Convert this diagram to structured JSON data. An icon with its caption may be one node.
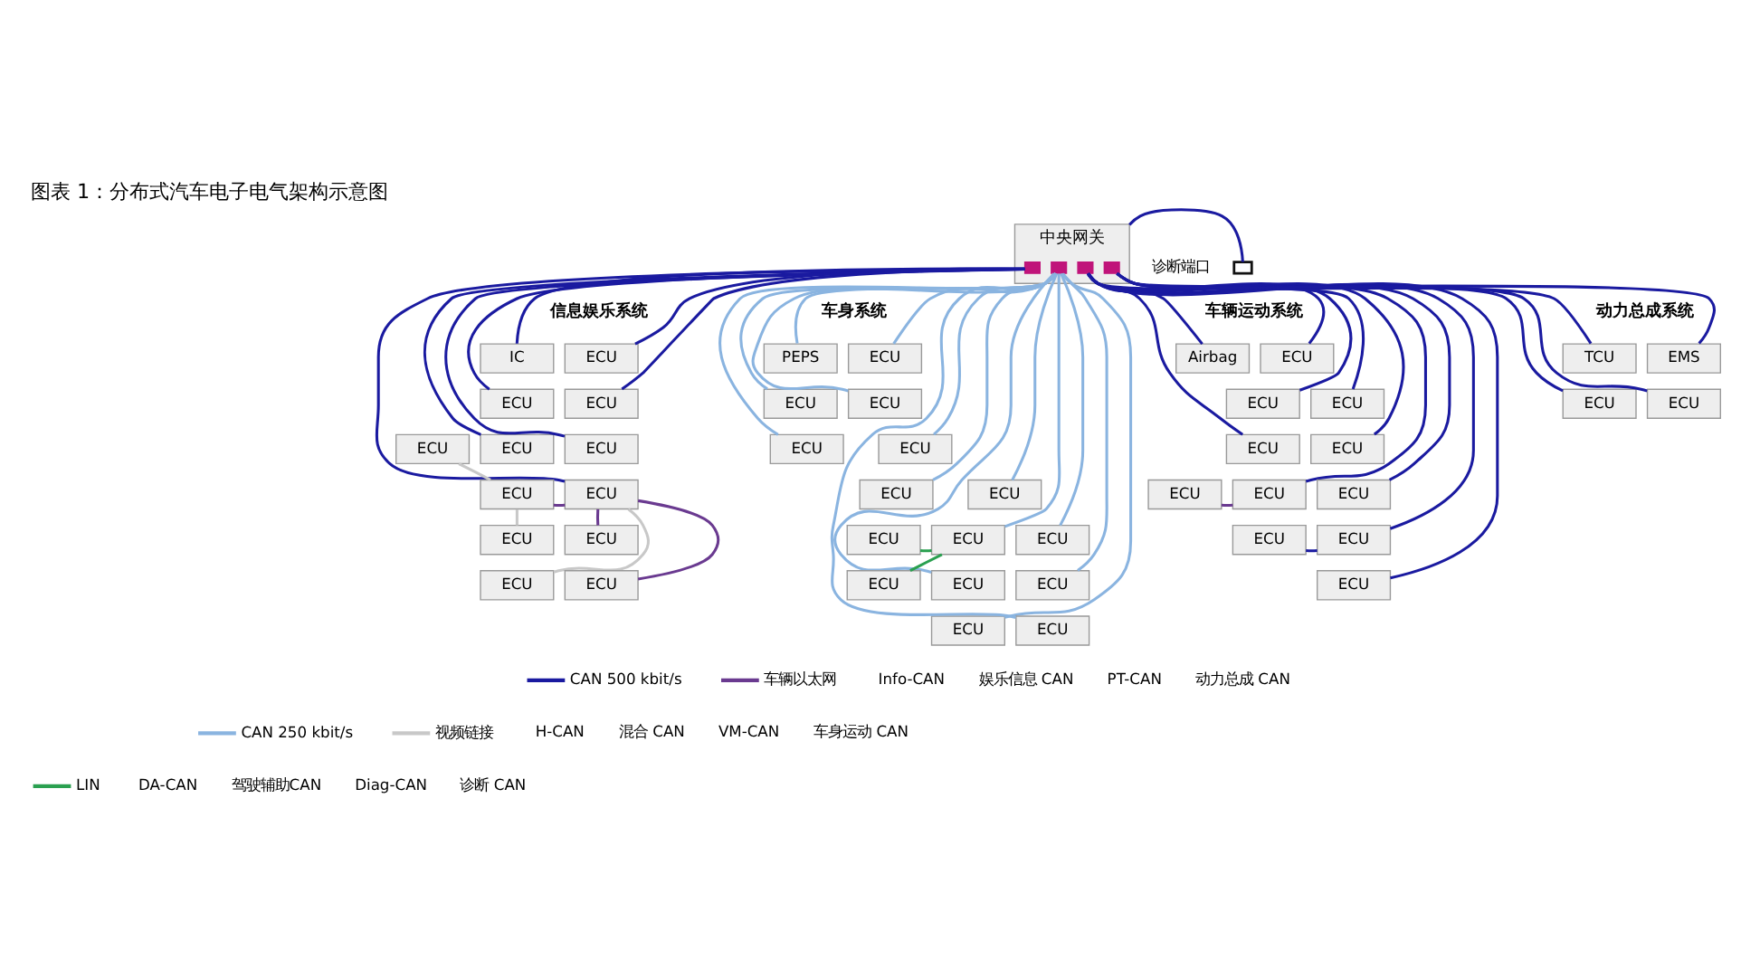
{
  "diagram": {
    "title": "图表 1：分布式汽车电子电气架构示意图",
    "nodes": [
      {
        "text": [
          "中央网关"
        ]
      },
      {
        "text": [],
        "shape": "box",
        "in": 0
      },
      {
        "text": [],
        "shape": "box",
        "in": 0
      },
      {
        "text": [],
        "shape": "box",
        "in": 0
      },
      {
        "text": [],
        "shape": "box",
        "in": 0
      },
      {
        "text": [],
        "shape": "box",
        "beside": [
          "诊断端口"
        ]
      },
      {
        "text": [
          "IC"
        ]
      },
      {
        "text": [
          "ECU"
        ]
      },
      {
        "text": [
          "ECU"
        ]
      },
      {
        "text": [
          "ECU"
        ]
      },
      {
        "text": [
          "ECU"
        ]
      },
      {
        "text": [
          "ECU"
        ]
      },
      {
        "text": [
          "ECU"
        ]
      },
      {
        "text": [
          "ECU"
        ]
      },
      {
        "text": [
          "ECU"
        ]
      },
      {
        "text": [
          "ECU"
        ]
      },
      {
        "text": [
          "ECU"
        ]
      },
      {
        "text": [
          "ECU"
        ]
      },
      {
        "text": [
          "ECU"
        ]
      },
      {
        "text": [
          "PEPS"
        ]
      },
      {
        "text": [
          "ECU"
        ]
      },
      {
        "text": [
          "ECU"
        ]
      },
      {
        "text": [
          "ECU"
        ]
      },
      {
        "text": [
          "ECU"
        ]
      },
      {
        "text": [
          "ECU"
        ]
      },
      {
        "text": [
          "ECU"
        ]
      },
      {
        "text": [
          "ECU"
        ]
      },
      {
        "text": [
          "ECU"
        ]
      },
      {
        "text": [
          "ECU"
        ]
      },
      {
        "text": [
          "ECU"
        ]
      },
      {
        "text": [
          "ECU"
        ]
      },
      {
        "text": [
          "ECU"
        ]
      },
      {
        "text": [
          "ECU"
        ]
      },
      {
        "text": [
          "ECU"
        ]
      },
      {
        "text": [
          "ECU"
        ]
      },
      {
        "text": [
          "Airbag"
        ]
      },
      {
        "text": [
          "ECU"
        ]
      },
      {
        "text": [
          "ECU"
        ]
      },
      {
        "text": [
          "ECU"
        ]
      },
      {
        "text": [
          "ECU"
        ]
      },
      {
        "text": [
          "ECU"
        ]
      },
      {
        "text": [
          "ECU"
        ]
      },
      {
        "text": [
          "ECU"
        ]
      },
      {
        "text": [
          "ECU"
        ]
      },
      {
        "text": [
          "ECU"
        ]
      },
      {
        "text": [
          "ECU"
        ]
      },
      {
        "text": [
          "ECU"
        ]
      },
      {
        "text": [
          "TCU"
        ]
      },
      {
        "text": [
          "EMS"
        ]
      },
      {
        "text": [
          "ECU"
        ]
      },
      {
        "text": [
          "ECU"
        ]
      }
    ],
    "edges": [
      {
        "from": 5,
        "to": 0,
        "arrow": "none"
      },
      {
        "from": 1,
        "to": 6,
        "arrow": "none"
      },
      {
        "from": 1,
        "to": 7,
        "arrow": "none"
      },
      {
        "from": 1,
        "to": 8,
        "arrow": "none"
      },
      {
        "from": 1,
        "to": 9,
        "arrow": "none"
      },
      {
        "from": 1,
        "to": 10,
        "arrow": "none"
      },
      {
        "from": 1,
        "to": 11,
        "arrow": "none"
      },
      {
        "from": 1,
        "to": 14,
        "arrow": "none"
      },
      {
        "from": 13,
        "to": 12,
        "arrow": "none",
        "color": "#c8c8c8"
      },
      {
        "from": 14,
        "to": 13,
        "arrow": "none",
        "color": "#6a3a90"
      },
      {
        "from": 13,
        "to": 15,
        "arrow": "none",
        "color": "#c8c8c8"
      },
      {
        "from": 14,
        "to": 16,
        "arrow": "none",
        "color": "#6a3a90"
      },
      {
        "from": 14,
        "to": 17,
        "arrow": "none",
        "color": "#c8c8c8"
      },
      {
        "from": 14,
        "to": 18,
        "arrow": "none",
        "color": "#6a3a90"
      },
      {
        "from": 2,
        "to": 19,
        "arrow": "none",
        "color": "#8ab4e0"
      },
      {
        "from": 2,
        "to": 20,
        "arrow": "none",
        "color": "#8ab4e0"
      },
      {
        "from": 2,
        "to": 21,
        "arrow": "none",
        "color": "#8ab4e0"
      },
      {
        "from": 2,
        "to": 22,
        "arrow": "none",
        "color": "#8ab4e0"
      },
      {
        "from": 2,
        "to": 23,
        "arrow": "none",
        "color": "#8ab4e0"
      },
      {
        "from": 2,
        "to": 24,
        "arrow": "none",
        "color": "#8ab4e0"
      },
      {
        "from": 2,
        "to": 25,
        "arrow": "none",
        "color": "#8ab4e0"
      },
      {
        "from": 2,
        "to": 26,
        "arrow": "none",
        "color": "#8ab4e0"
      },
      {
        "from": 2,
        "to": 28,
        "arrow": "none",
        "color": "#8ab4e0"
      },
      {
        "from": 2,
        "to": 29,
        "arrow": "none",
        "color": "#8ab4e0"
      },
      {
        "from": 2,
        "to": 31,
        "arrow": "none",
        "color": "#8ab4e0"
      },
      {
        "from": 2,
        "to": 32,
        "arrow": "none",
        "color": "#8ab4e0"
      },
      {
        "from": 2,
        "to": 33,
        "arrow": "none",
        "color": "#8ab4e0"
      },
      {
        "from": 2,
        "to": 34,
        "arrow": "none",
        "color": "#8ab4e0"
      },
      {
        "from": 28,
        "to": 27,
        "arrow": "none",
        "color": "#2aa050"
      },
      {
        "from": 28,
        "to": 30,
        "arrow": "none",
        "color": "#2aa050"
      },
      {
        "from": 3,
        "to": 35,
        "arrow": "none"
      },
      {
        "from": 3,
        "to": 36,
        "arrow": "none"
      },
      {
        "from": 3,
        "to": 37,
        "arrow": "none"
      },
      {
        "from": 3,
        "to": 38,
        "arrow": "none"
      },
      {
        "from": 3,
        "to": 39,
        "arrow": "none"
      },
      {
        "from": 3,
        "to": 40,
        "arrow": "none"
      },
      {
        "from": 3,
        "to": 42,
        "arrow": "none"
      },
      {
        "from": 3,
        "to": 43,
        "arrow": "none"
      },
      {
        "from": 3,
        "to": 45,
        "arrow": "none"
      },
      {
        "from": 3,
        "to": 46,
        "arrow": "none"
      },
      {
        "from": 42,
        "to": 41,
        "arrow": "none",
        "color": "#6a3a90"
      },
      {
        "from": 45,
        "to": 44,
        "arrow": "none"
      },
      {
        "from": 4,
        "to": 47,
        "arrow": "none"
      },
      {
        "from": 4,
        "to": 48,
        "arrow": "none"
      },
      {
        "from": 4,
        "to": 49,
        "arrow": "none"
      },
      {
        "from": 4,
        "to": 50,
        "arrow": "none"
      }
    ],
    "labels": [
      "信息娱乐系统",
      "车身系统",
      "车辆运动系统",
      "动力总成系统",
      "Info-CAN",
      "娱乐信息 CAN",
      "PT-CAN",
      "动力总成 CAN",
      "H-CAN",
      "混合 CAN",
      "VM-CAN",
      "车身运动 CAN",
      "DA-CAN",
      "驾驶辅助CAN",
      "Diag-CAN",
      "诊断 CAN"
    ],
    "legend": [
      {
        "text": "CAN 500 kbit/s"
      },
      {
        "text": "CAN 250 kbit/s"
      },
      {
        "text": "LIN"
      },
      {
        "text": "车辆以太网"
      },
      {
        "text": "视频链接"
      }
    ]
  }
}
